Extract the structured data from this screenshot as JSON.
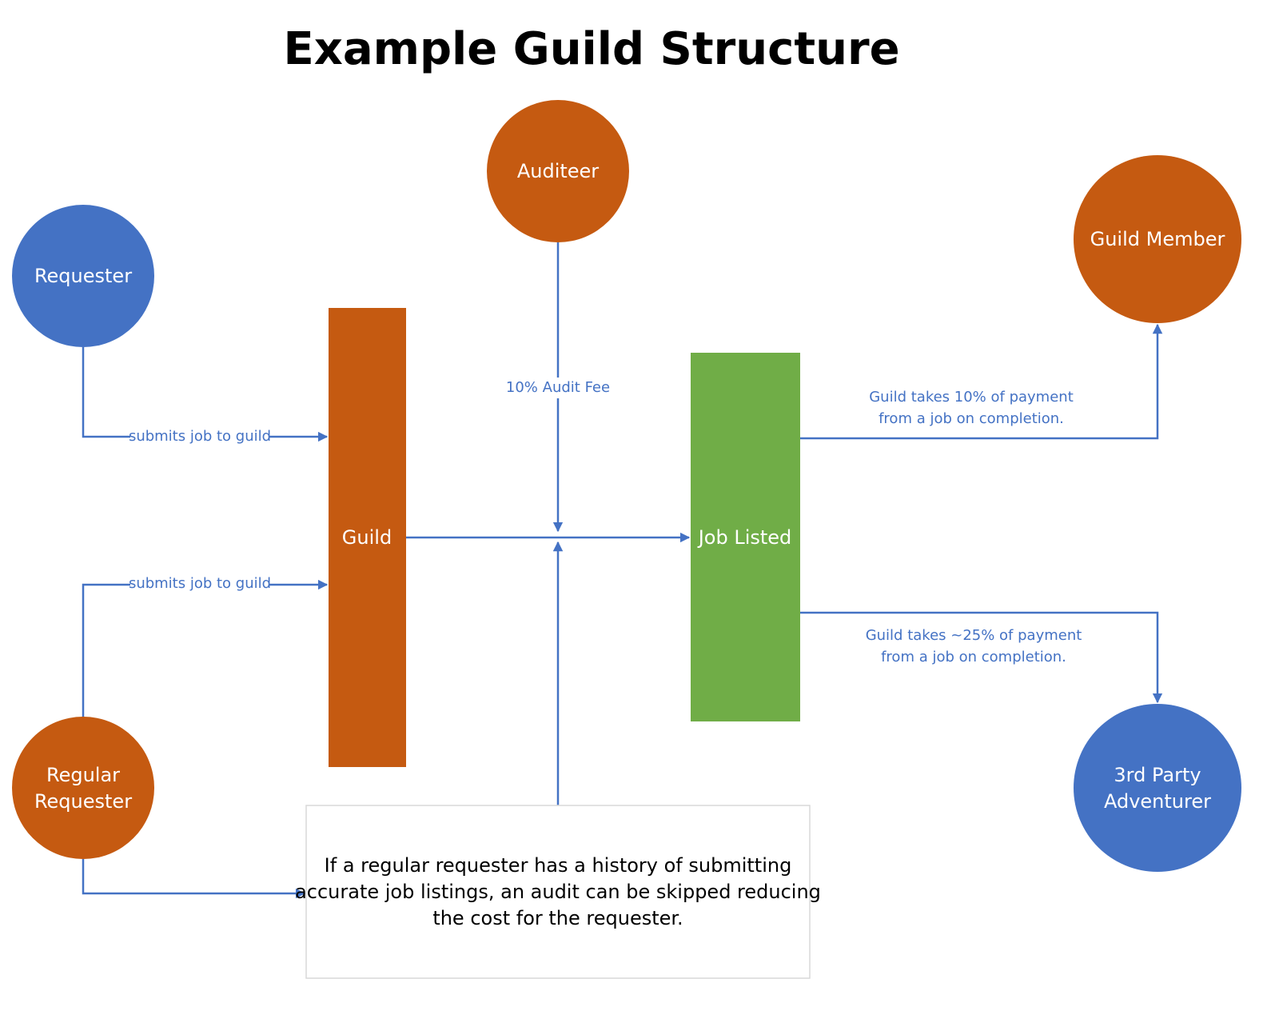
{
  "title": "Example Guild Structure",
  "colors": {
    "blue": "#4472C4",
    "orange": "#C55A11",
    "green": "#70AD47",
    "connector": "#4472C4",
    "note_border": "#D9D9D9"
  },
  "nodes": {
    "requester": {
      "label": "Requester",
      "shape": "circle",
      "color": "#4472C4"
    },
    "regular_requester": {
      "label_lines": [
        "Regular",
        "Requester"
      ],
      "shape": "circle",
      "color": "#C55A11"
    },
    "auditeer": {
      "label": "Auditeer",
      "shape": "circle",
      "color": "#C55A11"
    },
    "guild_member": {
      "label": "Guild Member",
      "shape": "circle",
      "color": "#C55A11"
    },
    "third_party_adventurer": {
      "label_lines": [
        "3rd Party",
        "Adventurer"
      ],
      "shape": "circle",
      "color": "#4472C4"
    },
    "guild": {
      "label": "Guild",
      "shape": "rectangle",
      "color": "#C55A11"
    },
    "job_listed": {
      "label": "Job Listed",
      "shape": "rectangle",
      "color": "#70AD47"
    }
  },
  "edges": {
    "requester_to_guild": {
      "label": "submits job to guild"
    },
    "regular_requester_to_guild": {
      "label": "submits job to guild"
    },
    "auditeer_fee": {
      "label": "10% Audit Fee"
    },
    "job_to_member": {
      "label_lines": [
        "Guild takes 10% of payment",
        "from a job on completion."
      ]
    },
    "job_to_adventurer": {
      "label_lines": [
        "Guild takes ~25% of payment",
        "from a job on completion."
      ]
    }
  },
  "note": {
    "lines": [
      "If a regular requester has a history of submitting",
      "accurate job listings, an audit can be skipped reducing",
      "the cost for the requester."
    ]
  }
}
